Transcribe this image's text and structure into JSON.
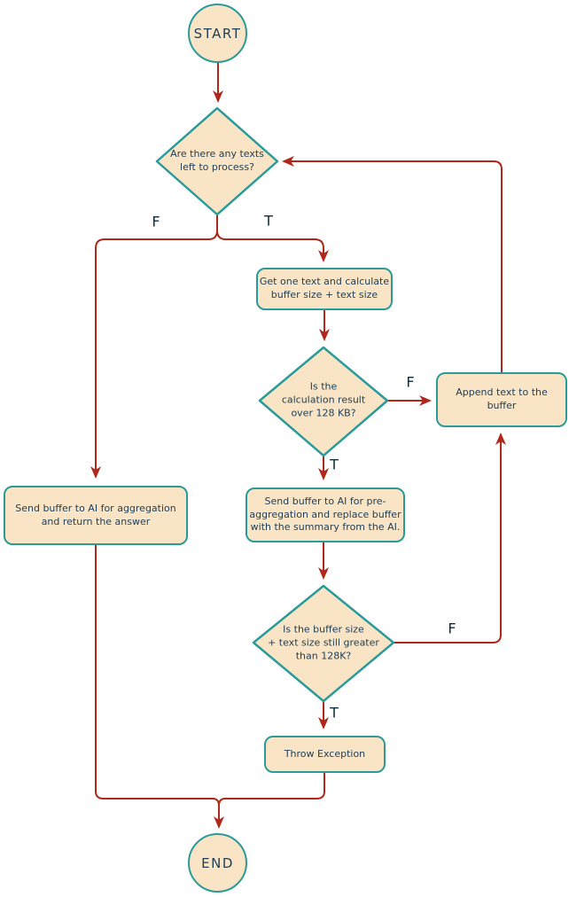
{
  "colors": {
    "node_fill": "#f9e5c6",
    "node_border": "#2b9a9a",
    "arrow": "#ae291c",
    "node_text": "#1e3d55",
    "label_text": "#122b3c"
  },
  "nodes": {
    "start": {
      "label": "START"
    },
    "decision_texts_left": {
      "label": "Are there any texts\nleft to process?"
    },
    "get_one_text": {
      "label": "Get one text and calculate\nbuffer size + text size"
    },
    "decision_over_128kb": {
      "label": "Is the\ncalculation result\nover 128 KB?"
    },
    "append_text": {
      "label": "Append text to the\nbuffer"
    },
    "pre_aggregation": {
      "label": "Send buffer to AI for pre-\naggregation and replace buffer\nwith the summary from the AI."
    },
    "decision_still_greater": {
      "label": "Is the buffer size\n+ text size still greater\nthan 128K?"
    },
    "aggregation": {
      "label": "Send buffer to AI for aggregation\nand return the answer"
    },
    "throw_exception": {
      "label": "Throw Exception"
    },
    "end": {
      "label": "END"
    }
  },
  "edge_labels": {
    "texts_left_false": "F",
    "texts_left_true": "T",
    "over_128kb_false": "F",
    "over_128kb_true": "T",
    "still_greater_false": "F",
    "still_greater_true": "T"
  }
}
